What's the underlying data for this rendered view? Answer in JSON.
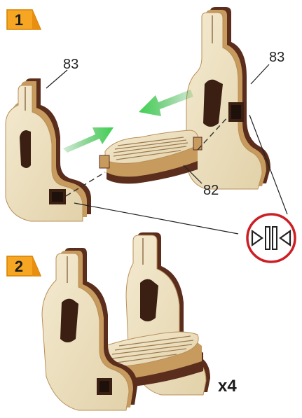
{
  "steps": [
    {
      "number": "1"
    },
    {
      "number": "2"
    }
  ],
  "parts": {
    "left_side_label": "83",
    "right_side_label": "83",
    "seat_label": "82"
  },
  "quantity": "x4",
  "colors": {
    "wood_face": "#ece0c0",
    "wood_edge_light": "#c79a5e",
    "wood_edge_dark": "#5a2d1c",
    "arrow_green": "#3fc24e",
    "step_badge": "#f6a623",
    "join_ring": "#cc1f25"
  },
  "icons": {
    "join_symbol": "push-together-icon"
  }
}
